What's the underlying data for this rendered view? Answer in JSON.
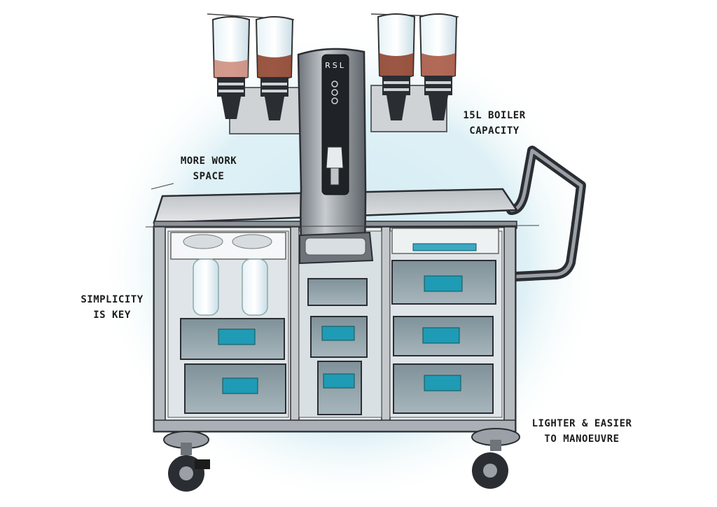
{
  "brand": {
    "logo": "RSL"
  },
  "annotations": {
    "work_space": [
      "MORE WORK",
      "SPACE"
    ],
    "boiler": [
      "15L BOILER",
      "CAPACITY"
    ],
    "simplicity": [
      "SIMPLICITY",
      "IS KEY"
    ],
    "lighter": [
      "LIGHTER & EASIER",
      "TO MANOEUVRE"
    ]
  },
  "colors": {
    "accent_label": "#1f9bb5",
    "halo": "#cfe9f0",
    "steel_dark": "#2a2e33",
    "coffee": "#8a3a22",
    "tea": "#c98270"
  }
}
